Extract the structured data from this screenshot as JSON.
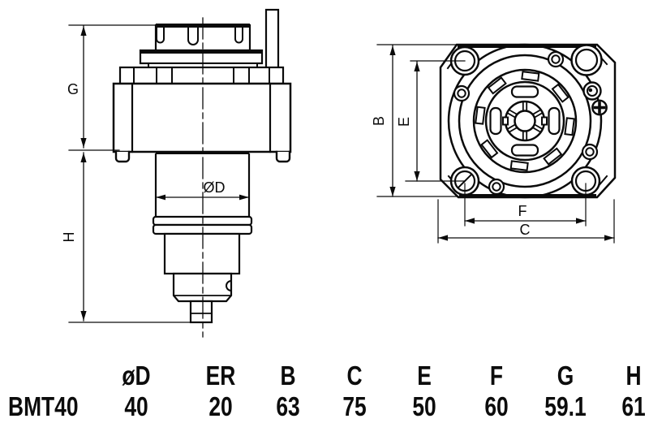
{
  "ink_color": "#0a0a0a",
  "background_color": "#ffffff",
  "side_view": {
    "dim_g": "G",
    "dim_h": "H",
    "dim_d": "ØD"
  },
  "front_view": {
    "dim_b": "B",
    "dim_e": "E",
    "dim_f": "F",
    "dim_c": "C"
  },
  "table": {
    "columns": [
      "øD",
      "ER",
      "B",
      "C",
      "E",
      "F",
      "G",
      "H"
    ],
    "row_label": "BMT40",
    "values": [
      "40",
      "20",
      "63",
      "75",
      "50",
      "60",
      "59.1",
      "61"
    ]
  }
}
